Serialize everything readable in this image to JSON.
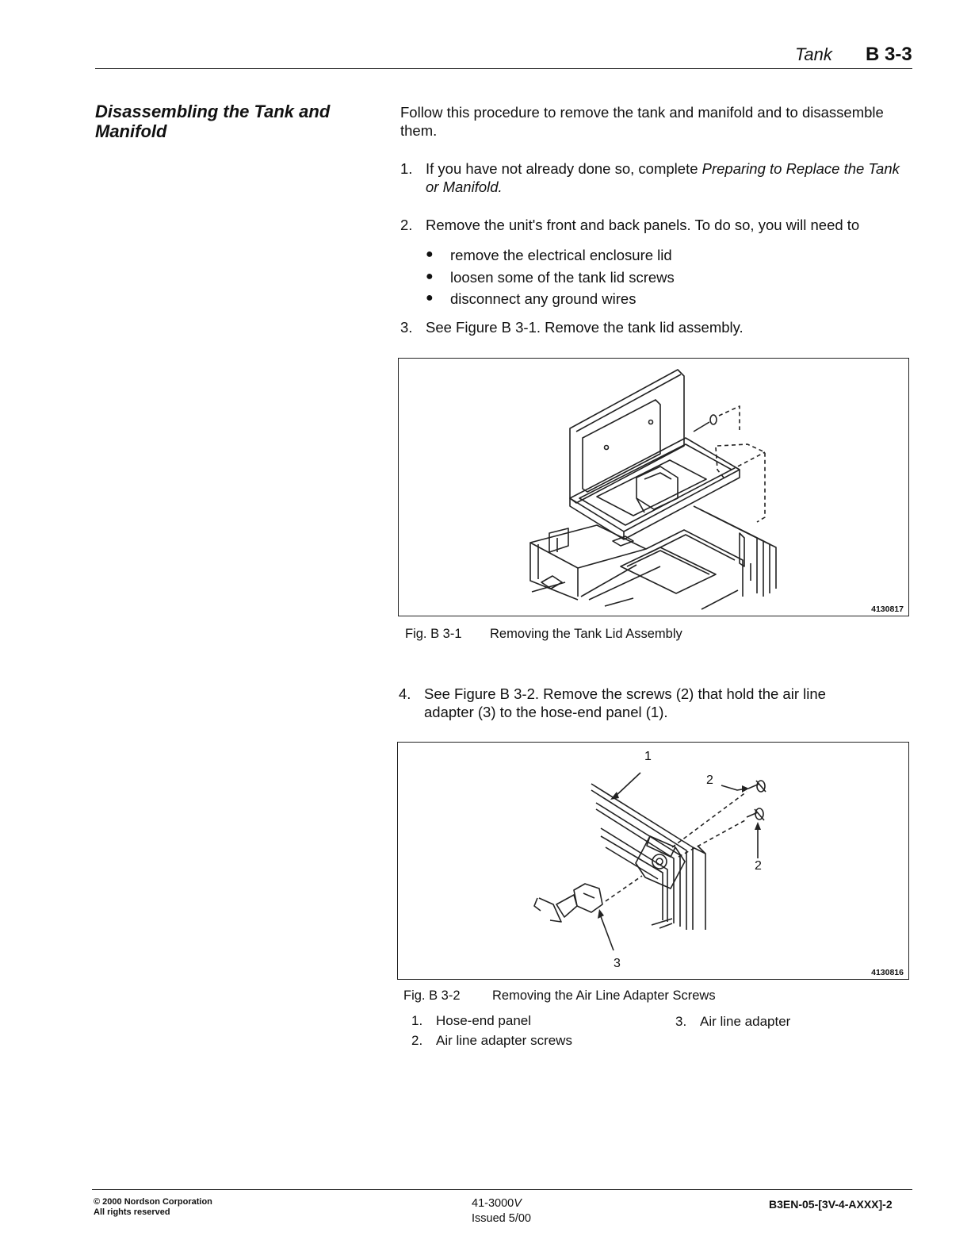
{
  "header": {
    "section": "Tank",
    "page": "B 3-3"
  },
  "side_title": "Disassembling the Tank and Manifold",
  "intro": "Follow this procedure to remove the tank and manifold and to disassemble them.",
  "steps": [
    {
      "num": "1.",
      "text_before": "If you have not already done so, complete ",
      "text_italic": "Preparing to Replace the Tank or Manifold.",
      "text_after": ""
    },
    {
      "num": "2.",
      "text": "Remove the unit's front and back panels.  To do so, you will need to"
    },
    {
      "num": "3.",
      "text": "See Figure B 3-1.  Remove the tank lid assembly."
    },
    {
      "num": "4.",
      "text": "See Figure B 3-2.  Remove the screws (2) that hold the air line adapter (3) to the hose-end panel (1)."
    }
  ],
  "bullets": [
    "remove the electrical enclosure lid",
    "loosen some of the tank lid screws",
    "disconnect any ground wires"
  ],
  "figure1": {
    "number": "4130817",
    "caption_label": "Fig. B 3-1",
    "caption_text": "Removing the Tank Lid Assembly"
  },
  "figure2": {
    "number": "4130816",
    "caption_label": "Fig. B 3-2",
    "caption_text": "Removing the Air Line Adapter Screws",
    "callouts": [
      "1",
      "2",
      "2",
      "3"
    ],
    "legend": [
      {
        "num": "1.",
        "text": "Hose-end panel"
      },
      {
        "num": "2.",
        "text": "Air line adapter screws"
      },
      {
        "num": "3.",
        "text": "Air line adapter"
      }
    ]
  },
  "footer": {
    "copyright": "© 2000 Nordson Corporation",
    "rights": "All rights reserved",
    "doc_prefix": "41-3000",
    "doc_suffix": "V",
    "issued": "Issued 5/00",
    "code": "B3EN-05-[3V-4-AXXX]-2"
  }
}
